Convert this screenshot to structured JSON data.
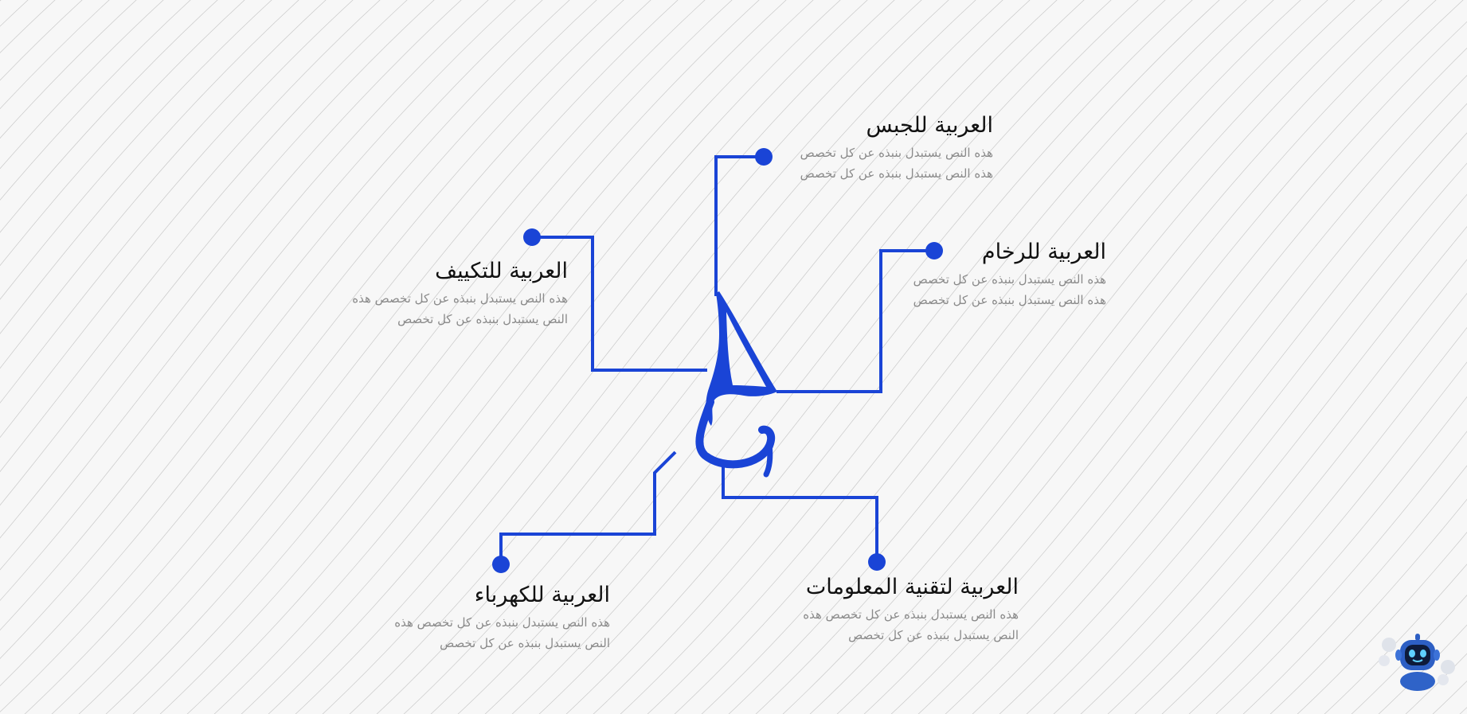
{
  "colors": {
    "accent": "#1a44d6",
    "background": "#f7f7f7",
    "title": "#111111",
    "body": "#8a8a8a"
  },
  "items": [
    {
      "title": "العربية للجبس",
      "line1": "هذه النص يستبدل بنبذه عن كل تخصص",
      "line2": "هذه النص يستبدل بنبذه عن كل تخصص"
    },
    {
      "title": "العربية للرخام",
      "line1": "هذه النص يستبدل بنبذه عن كل تخصص",
      "line2": "هذه النص يستبدل بنبذه عن كل تخصص"
    },
    {
      "title": "العربية للتكييف",
      "line1": "هذه النص يستبدل بنبذه عن كل تخصص هذه",
      "line2": "النص يستبدل بنبذه عن كل تخصص"
    },
    {
      "title": "العربية للكهرباء",
      "line1": "هذه النص يستبدل بنبذه عن كل تخصص هذه",
      "line2": "النص يستبدل بنبذه عن كل تخصص"
    },
    {
      "title": "العربية لتقنية المعلومات",
      "line1": "هذه النص يستبدل بنبذه عن كل تخصص هذه",
      "line2": "النص يستبدل بنبذه عن كل تخصص"
    }
  ],
  "decor": {
    "center_icon": "arabic-calligraphy-logo-icon",
    "corner_icon": "robot-mascot-icon"
  }
}
